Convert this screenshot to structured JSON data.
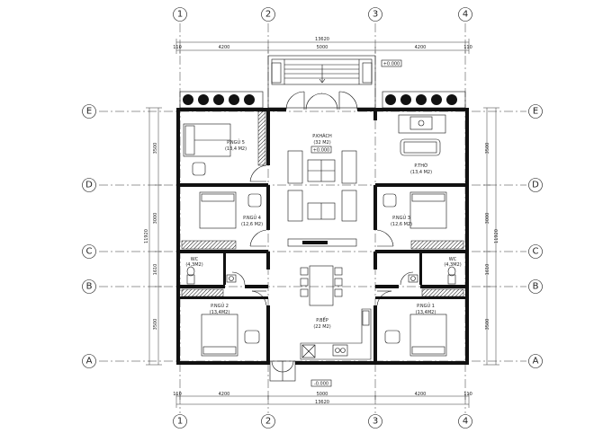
{
  "grid": {
    "columns": [
      "1",
      "2",
      "3",
      "4"
    ],
    "rows": [
      "E",
      "D",
      "C",
      "B",
      "A"
    ]
  },
  "dimensions": {
    "top_total": "13620",
    "top_segments": [
      "4200",
      "5000",
      "4200"
    ],
    "top_ends": [
      "110",
      "110"
    ],
    "bottom_total": "13620",
    "bottom_segments": [
      "4200",
      "5000",
      "4200"
    ],
    "bottom_ends": [
      "110",
      "110"
    ],
    "left_total": "11920",
    "left_segments": [
      "3500",
      "3000",
      "1610",
      "3500"
    ],
    "right_total": "11920",
    "right_segments": [
      "3500",
      "3000",
      "1610",
      "3500"
    ]
  },
  "levels": {
    "top": "+0.000",
    "bottom": "-0.000"
  },
  "rooms": [
    {
      "id": "pngu5",
      "name": "P.NGỦ 5",
      "area": "(13,4 M2)"
    },
    {
      "id": "pkhach",
      "name": "P.KHÁCH",
      "area": "(32 M2)",
      "tag": "+0.000"
    },
    {
      "id": "ptho",
      "name": "P.THỜ",
      "area": "(13,4 M2)"
    },
    {
      "id": "pngu4",
      "name": "P.NGỦ 4",
      "area": "(12,6 M2)"
    },
    {
      "id": "pngu3",
      "name": "P.NGỦ 3",
      "area": "(12,6 M2)"
    },
    {
      "id": "wc-left",
      "name": "WC",
      "area": "(4,3M2)"
    },
    {
      "id": "wc-right",
      "name": "WC",
      "area": "(4,3M2)"
    },
    {
      "id": "pngu2",
      "name": "P.NGỦ 2",
      "area": "(13,4M2)"
    },
    {
      "id": "pbep",
      "name": "P.BẾP",
      "area": "(22 M2)"
    },
    {
      "id": "pngu1",
      "name": "P.NGỦ 1",
      "area": "(13,4M2)"
    }
  ]
}
